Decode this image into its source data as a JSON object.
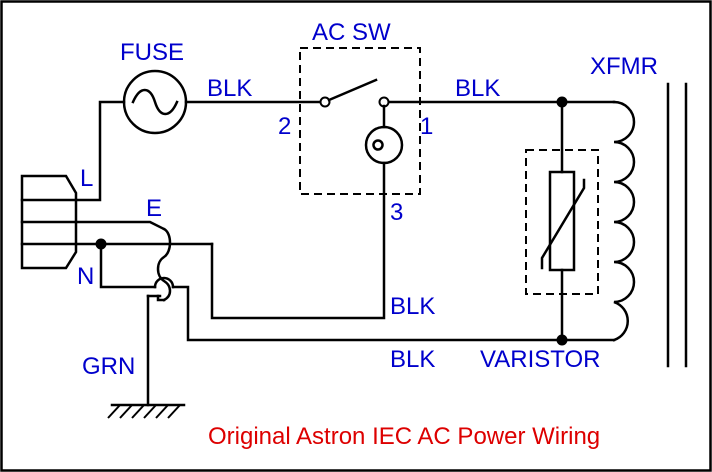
{
  "labels": {
    "fuse": "FUSE",
    "ac_sw": "AC SW",
    "xfmr": "XFMR",
    "blk_fuse": "BLK",
    "blk_top_right": "BLK",
    "pin_2": "2",
    "pin_1": "1",
    "pin_3": "3",
    "l": "L",
    "e": "E",
    "n": "N",
    "grn": "GRN",
    "blk_mid": "BLK",
    "blk_bottom": "BLK",
    "varistor": "VARISTOR"
  },
  "title": "Original Astron IEC AC Power Wiring",
  "colors": {
    "label": "#0000cc",
    "title": "#dd0000",
    "wire": "#000000",
    "background": "#ffffff"
  }
}
